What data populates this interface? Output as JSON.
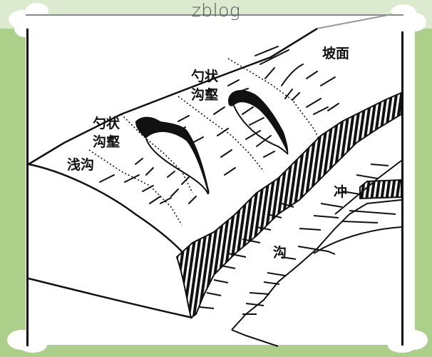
{
  "header": {
    "site_title": "zblog"
  },
  "diagram": {
    "title": "",
    "labels": {
      "slope_surface": "坡面",
      "scoop_gully_scarp_upper_line1": "勺状",
      "scoop_gully_scarp_upper_line2": "沟壑",
      "scoop_gully_scarp_lower_line1": "勺状",
      "scoop_gully_scarp_lower_line2": "沟壑",
      "shallow_gully": "浅沟",
      "erosion_char1": "冲",
      "erosion_char2": "沟"
    },
    "colors": {
      "background_green": "#acd08a",
      "top_band": "#dcebd0",
      "ink": "#111111",
      "paper": "#ffffff"
    }
  }
}
